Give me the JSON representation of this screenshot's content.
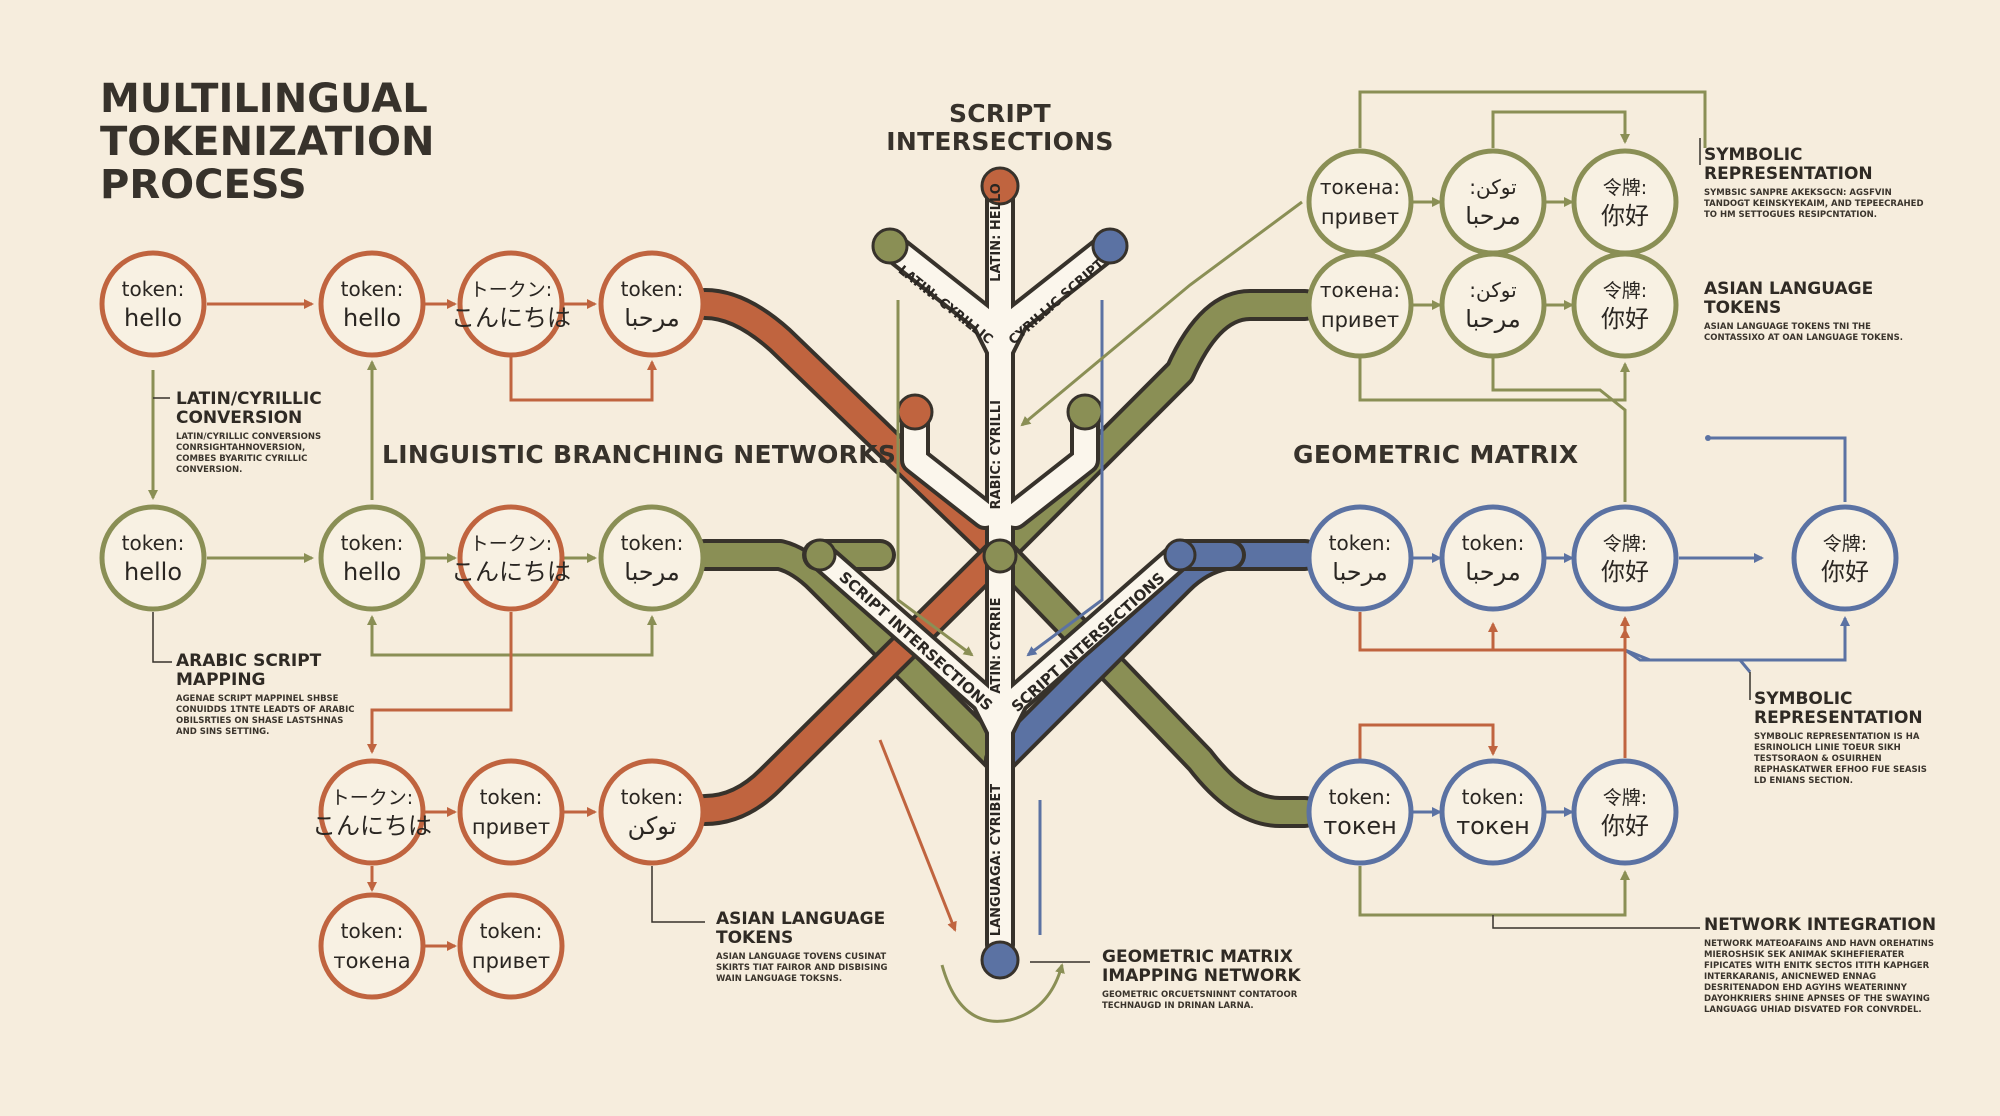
{
  "title": "MULTILINGUAL\nTOKENIZATION\nPROCESS",
  "sections": {
    "script_intersections": "SCRIPT\nINTERSECTIONS",
    "linguistic_branching": "LINGUISTIC BRANCHING NETWORKS",
    "geometric_matrix": "GEOMETRIC MATRIX"
  },
  "notes": {
    "latin_cyrillic": {
      "heading": "LATIN/CYRILLIC\nCONVERSION",
      "body": "LATIN/CYRILLIC CONVERSIONS\nCONRSIGHTAHNOVERSION,\nCOMBES BYARITIC CYRILLIC\nCONVERSION."
    },
    "arabic_mapping": {
      "heading": "ARABIC SCRIPT\nMAPPING",
      "body": "AGENAE SCRIPT MAPPINEL SHBSE\nCONUIDDS 1TNTE LEADTS OF ARABIC\nOBILSRTIES ON SHASE LASTSHNAS\nAND SINS SETTING."
    },
    "asian_tokens_bottom": {
      "heading": "ASIAN LANGUAGE\nTOKENS",
      "body": "ASIAN LANGUAGE TOVENS CUSINAT\nSKIRTS TIAT FAIROR AND DISBISING\nWAIN LANGUAGE TOKSNS."
    },
    "geometric_imapping": {
      "heading": "GEOMETRIC MATRIX\nIMAPPING NETWORK",
      "body": "GEOMETRIC ORCUETSNINNT CONTATOOR\nTECHNAUGD IN DRINAN LARNA."
    },
    "symbolic_top": {
      "heading": "SYMBOLIC\nREPRESENTATION",
      "body": "SYMBSIC SANPRE AKEKSGCN: AGSFVIN\nTANDOGT KEINSKYEKAIM, AND TEPEECRAHED\nTO HM SETTOGUES RESIPCNTATION."
    },
    "asian_tokens_top": {
      "heading": "ASIAN LANGUAGE\nTOKENS",
      "body": "ASIAN LANGUAGE TOKENS TNI THE\nCONTASSIXO AT OAN LANGUAGE TOKENS."
    },
    "symbolic_mid": {
      "heading": "SYMBOLIC\nREPRESENTATION",
      "body": "SYMBOLIC REPRESENTATION IS HA\nESRINOLICH LINIE TOEUR SIKH\nTESTSORAON & OSUIRHEN\nREPHASKATWER EFHOO FUE SEASIS\nLD ENIANS SECTION."
    },
    "network_integration": {
      "heading": "NETWORK INTEGRATION",
      "body": "NETWORK MATEOAFAINS AND HAVN OREHATINS\nMIEROSHSIK SEK ANIMAK SKIHEFIERATER\nFIPICATES WITH ENITK SECTOS ITITH KAPHGER\nINTERKARANIS, ANICNEWED ENNAG\nDESRITENADON EHD AGYIHS WEATERINNY\nDAYOHKRIERS SHINE APNSES OF THE SWAYING\nLANGUAGG UHIAD DISVATED FOR CONVRDEL."
    }
  },
  "tracks": {
    "latin_hello": "LATIN: HELLO",
    "latin_cyrillic": "LATIN: CYRILLIC",
    "cyrillic_script": "CYRILLIC SCRIPT",
    "arabic_cyrillic": "ARABIC: CYRILLIC",
    "latin_cyrries": "LATIN: CYRRIES",
    "language_cyrbet": "LANGUAGA: CYRIBET",
    "script_int_left": "SCRIPT INTERSECTIONS",
    "script_int_right": "SCRIPT INTERSECTIONS"
  },
  "nodes": [
    {
      "id": "a1",
      "l1": "token:",
      "l2": "hello",
      "color": "#c0643f"
    },
    {
      "id": "a2",
      "l1": "token:",
      "l2": "hello",
      "color": "#c0643f"
    },
    {
      "id": "a3",
      "l1": "トークン:",
      "l2": "こんにちは",
      "color": "#c0643f"
    },
    {
      "id": "a4",
      "l1": "token:",
      "l2": "مرحبا",
      "color": "#c0643f"
    },
    {
      "id": "b1",
      "l1": "token:",
      "l2": "hello",
      "color": "#8a8f55"
    },
    {
      "id": "b2",
      "l1": "token:",
      "l2": "hello",
      "color": "#8a8f55"
    },
    {
      "id": "b3",
      "l1": "トークン:",
      "l2": "こんにちは",
      "color": "#c0643f"
    },
    {
      "id": "b4",
      "l1": "token:",
      "l2": "مرحبا",
      "color": "#8a8f55"
    },
    {
      "id": "c1",
      "l1": "トークン:",
      "l2": "こんにちは",
      "color": "#c0643f"
    },
    {
      "id": "c2",
      "l1": "token:",
      "l2": "привет",
      "color": "#c0643f"
    },
    {
      "id": "c3",
      "l1": "token:",
      "l2": "توكن",
      "color": "#c0643f"
    },
    {
      "id": "d1",
      "l1": "token:",
      "l2": "токена",
      "color": "#c0643f"
    },
    {
      "id": "d2",
      "l1": "token:",
      "l2": "привет",
      "color": "#c0643f"
    },
    {
      "id": "r1",
      "l1": "токена:",
      "l2": "привет",
      "color": "#8a8f55"
    },
    {
      "id": "r2",
      "l1": ":توكن",
      "l2": "مرحبا",
      "color": "#8a8f55"
    },
    {
      "id": "r3",
      "l1": "令牌:",
      "l2": "你好",
      "color": "#8a8f55"
    },
    {
      "id": "s1",
      "l1": "токена:",
      "l2": "привет",
      "color": "#8a8f55"
    },
    {
      "id": "s2",
      "l1": ":توكن",
      "l2": "مرحبا",
      "color": "#8a8f55"
    },
    {
      "id": "s3",
      "l1": "令牌:",
      "l2": "你好",
      "color": "#8a8f55"
    },
    {
      "id": "t1",
      "l1": "token:",
      "l2": "مرحبا",
      "color": "#5b72a3"
    },
    {
      "id": "t2",
      "l1": "token:",
      "l2": "مرحبا",
      "color": "#5b72a3"
    },
    {
      "id": "t3",
      "l1": "令牌:",
      "l2": "你好",
      "color": "#5b72a3"
    },
    {
      "id": "t4",
      "l1": "令牌:",
      "l2": "你好",
      "color": "#5b72a3"
    },
    {
      "id": "u1",
      "l1": "token:",
      "l2": "токен",
      "color": "#5b72a3"
    },
    {
      "id": "u2",
      "l1": "token:",
      "l2": "токен",
      "color": "#5b72a3"
    },
    {
      "id": "u3",
      "l1": "令牌:",
      "l2": "你好",
      "color": "#5b72a3"
    }
  ],
  "colors": {
    "orange": "#c0643f",
    "olive": "#8a8f55",
    "blue": "#5b72a3",
    "background": "#f6eddd",
    "ink": "#37322b"
  }
}
